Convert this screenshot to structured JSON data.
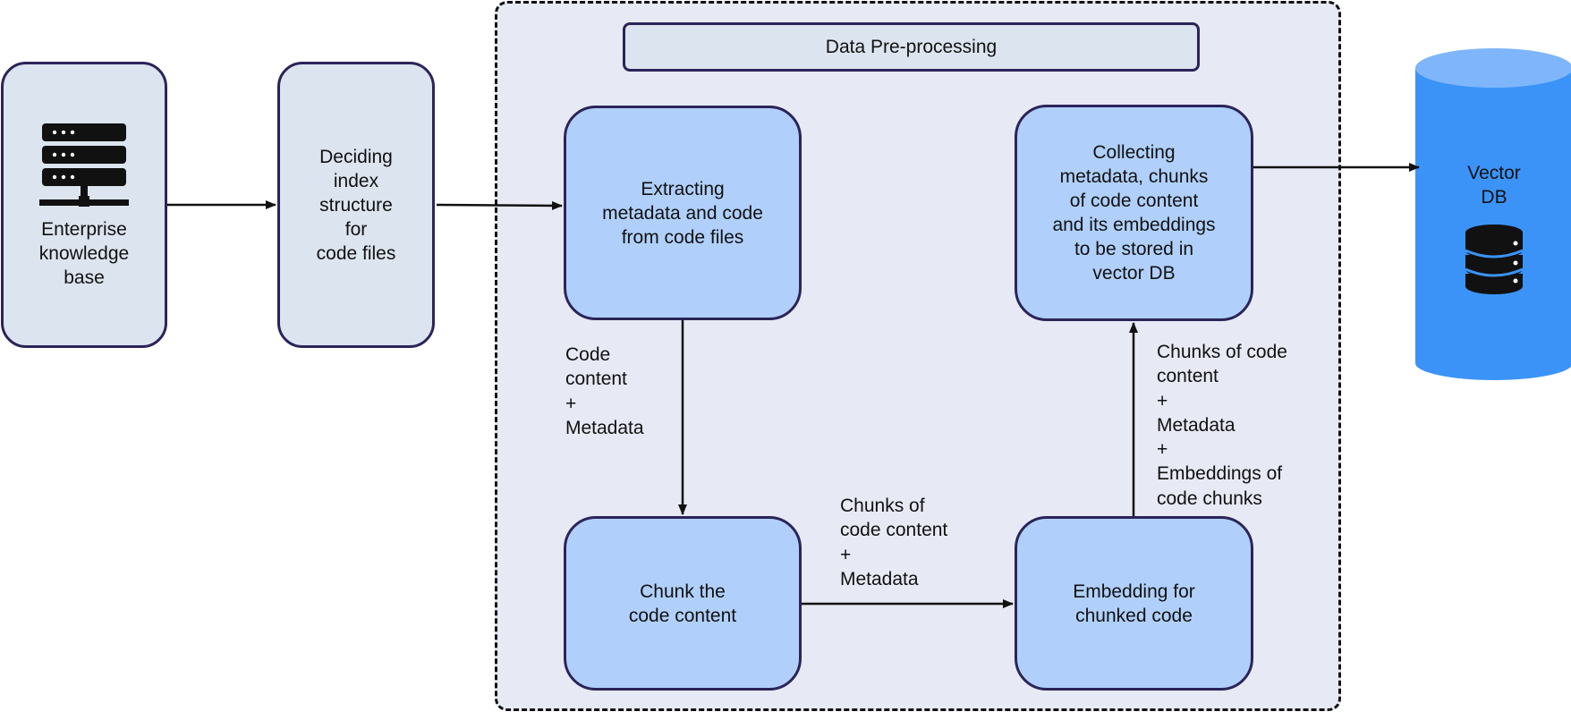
{
  "source": {
    "label": "Enterprise\nknowledge\nbase",
    "icon": "server-stack-icon"
  },
  "index_step": {
    "label": "Deciding\nindex\nstructure\nfor\ncode files"
  },
  "stage": {
    "title": "Data Pre-processing",
    "extract": "Extracting\nmetadata and code\nfrom code files",
    "chunk": "Chunk the\ncode content",
    "embed": "Embedding for\nchunked code",
    "collect": "Collecting\nmetadata, chunks\nof code content\nand its embeddings\nto be stored in\nvector DB"
  },
  "edges": {
    "extract_to_chunk": "Code\ncontent\n+\nMetadata",
    "chunk_to_embed": "Chunks of\ncode content\n+\nMetadata",
    "embed_to_collect": "Chunks of code\ncontent\n+\nMetadata\n+\nEmbeddings of\ncode chunks"
  },
  "vector_db": {
    "label": "Vector\nDB",
    "icon": "database-icon"
  },
  "colors": {
    "process_box": "#b0d0fb",
    "input_box": "#dce4ef",
    "stage_background": "#e7e9f4",
    "cylinder_body": "#3b93f7",
    "cylinder_top": "#7fb6fb",
    "border": "#2b2459"
  }
}
